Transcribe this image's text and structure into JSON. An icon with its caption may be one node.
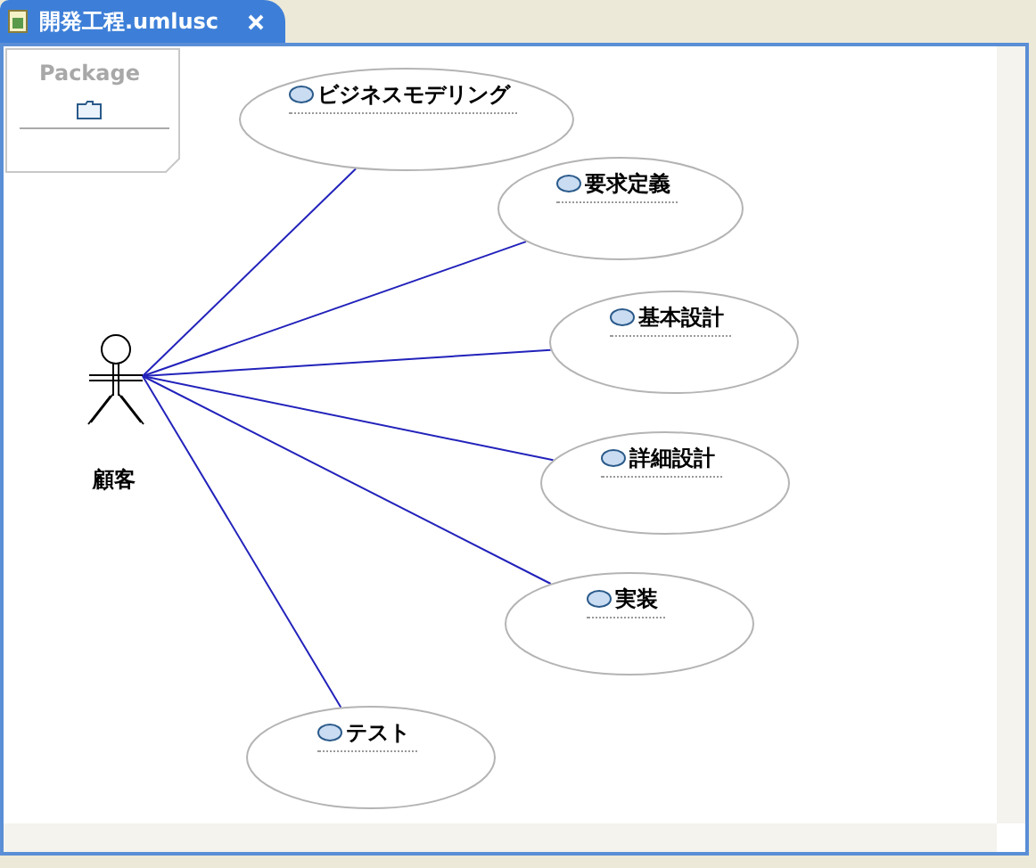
{
  "diagram": {
    "nodes": [
      {
        "text": [
          "顧客"
        ]
      },
      {
        "text": [
          "ビジネスモデリング"
        ]
      },
      {
        "text": [
          "要求定義"
        ]
      },
      {
        "text": [
          "基本設計"
        ]
      },
      {
        "text": [
          "詳細設計"
        ]
      },
      {
        "text": [
          "実装"
        ]
      },
      {
        "text": [
          "テスト"
        ]
      }
    ],
    "edges": [
      {
        "from": 0,
        "to": 1,
        "arrow": "none"
      },
      {
        "from": 0,
        "to": 2,
        "arrow": "none"
      },
      {
        "from": 0,
        "to": 3,
        "arrow": "none"
      },
      {
        "from": 0,
        "to": 4,
        "arrow": "none"
      },
      {
        "from": 0,
        "to": 5,
        "arrow": "none"
      },
      {
        "from": 0,
        "to": 6,
        "arrow": "none"
      }
    ],
    "labels": [
      "開発工程.umlusc",
      "Package"
    ]
  }
}
